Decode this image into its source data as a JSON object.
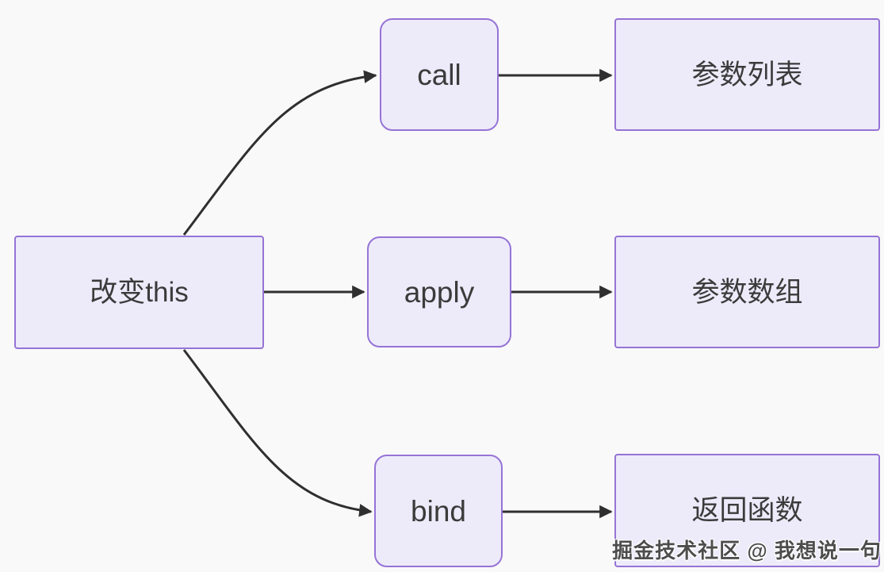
{
  "diagram": {
    "root": {
      "label": "改变this"
    },
    "rows": [
      {
        "method": "call",
        "result": "参数列表"
      },
      {
        "method": "apply",
        "result": "参数数组"
      },
      {
        "method": "bind",
        "result": "返回函数"
      }
    ],
    "watermark": "掘金技术社区 @ 我想说一句",
    "colors": {
      "background": "#f9f9f9",
      "node_fill": "#edebfa",
      "node_border": "#9673d6",
      "node_text": "#3b3b3b",
      "arrow": "#2f2f2f",
      "watermark_text": "#4d4d4d",
      "watermark_outline": "#ffffff"
    }
  }
}
